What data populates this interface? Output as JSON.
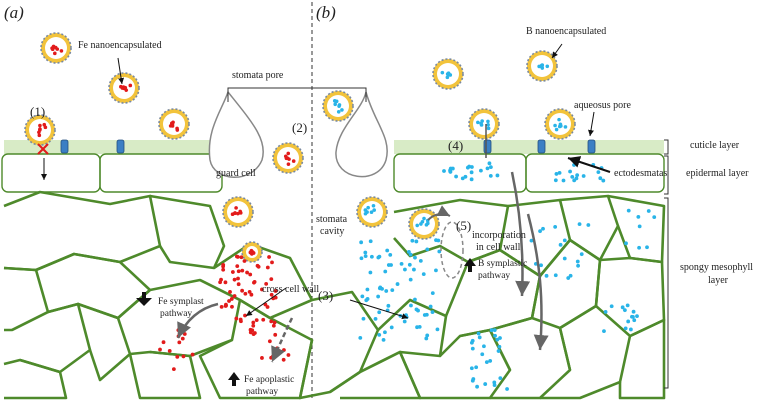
{
  "panels": {
    "left": "(a)",
    "right": "(b)"
  },
  "labels": {
    "fe_nano": "Fe nanoencapsulated",
    "b_nano": "B nanoencapsulated",
    "stomata_pore": "stomata pore",
    "guard_cell": "guard cell",
    "stomata_cavity_1": "stomata",
    "stomata_cavity_2": "cavity",
    "aqueous_pore": "aqueosus pore",
    "ectodesmatas": "ectodesmatas",
    "incorporation_1": "incorporation",
    "incorporation_2": "in cell wall",
    "cross_cell_wall": "cross cell wall",
    "fe_symplast_1": "Fe symplast",
    "fe_symplast_2": "pathway",
    "fe_apoplastic_1": "Fe apoplastic",
    "fe_apoplastic_2": "pathway",
    "b_symplastic_1": "B symplastic",
    "b_symplastic_2": "pathway",
    "cuticle_layer": "cuticle layer",
    "epidermal_layer": "epidermal layer",
    "spongy_1": "spongy mesophyll",
    "spongy_2": "layer"
  },
  "markers": {
    "m1": "(1)",
    "m2": "(2)",
    "m3": "(3)",
    "m4": "(4)",
    "m5": "(5)"
  },
  "colors": {
    "fe_particle": "#e21b1b",
    "b_particle": "#29b4e8",
    "cell_wall": "#4e8a2b",
    "cuticle": "#d8ebc6",
    "nanoshell": "#f2c33b",
    "aqueous_pore": "#3b7fc4"
  }
}
